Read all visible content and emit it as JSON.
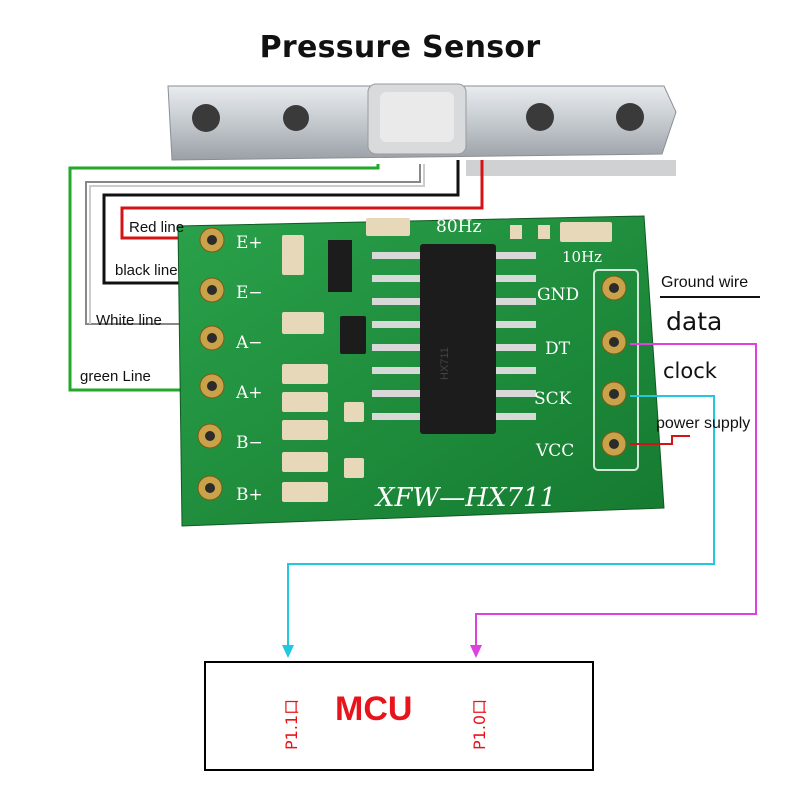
{
  "title": "Pressure Sensor",
  "wire_labels": {
    "red": "Red line",
    "black": "black line",
    "white": "White line",
    "green": "green Line"
  },
  "signal_labels": {
    "ground": "Ground wire",
    "data": "data",
    "clock": "clock",
    "power": "power supply"
  },
  "board": {
    "left_pins": [
      "E+",
      "E−",
      "A−",
      "A+",
      "B−",
      "B+"
    ],
    "right_pins": [
      "GND",
      "DT",
      "SCK",
      "VCC"
    ],
    "silkscreen": "XFW—HX711",
    "rate_80": "80Hz",
    "rate_10": "10Hz",
    "chip_marking": "HX711"
  },
  "mcu": {
    "label": "MCU",
    "port_clock": "P1.1口",
    "port_data": "P1.0口"
  },
  "colors": {
    "red_wire": "#d41414",
    "black_wire": "#111111",
    "white_wire": "#888888",
    "green_wire": "#22a82a",
    "clock_wire": "#22c8e0",
    "data_wire": "#e040e0",
    "mcu_text": "#e8141c",
    "pcb": "#1f8a3a"
  },
  "icons": [
    "load-cell-bar-icon",
    "hx711-board-icon",
    "ic-chip-icon",
    "arrow-down-icon"
  ]
}
